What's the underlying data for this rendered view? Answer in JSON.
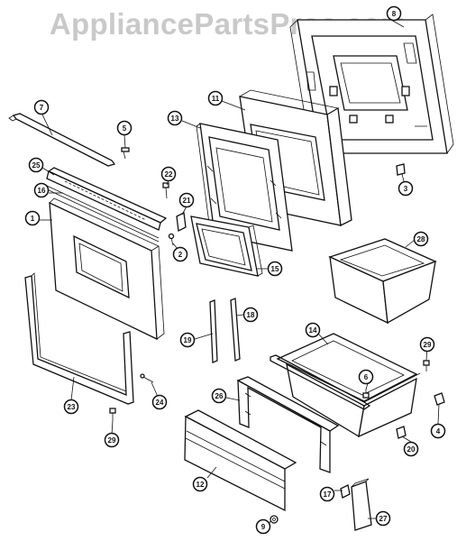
{
  "watermark": "AppliancePartsPros.com",
  "part_numbers": [
    "1",
    "2",
    "3",
    "4",
    "5",
    "6",
    "7",
    "8",
    "9",
    "11",
    "12",
    "13",
    "14",
    "15",
    "16",
    "17",
    "18",
    "19",
    "20",
    "21",
    "22",
    "23",
    "24",
    "25",
    "26",
    "27",
    "28",
    "29",
    "29"
  ]
}
